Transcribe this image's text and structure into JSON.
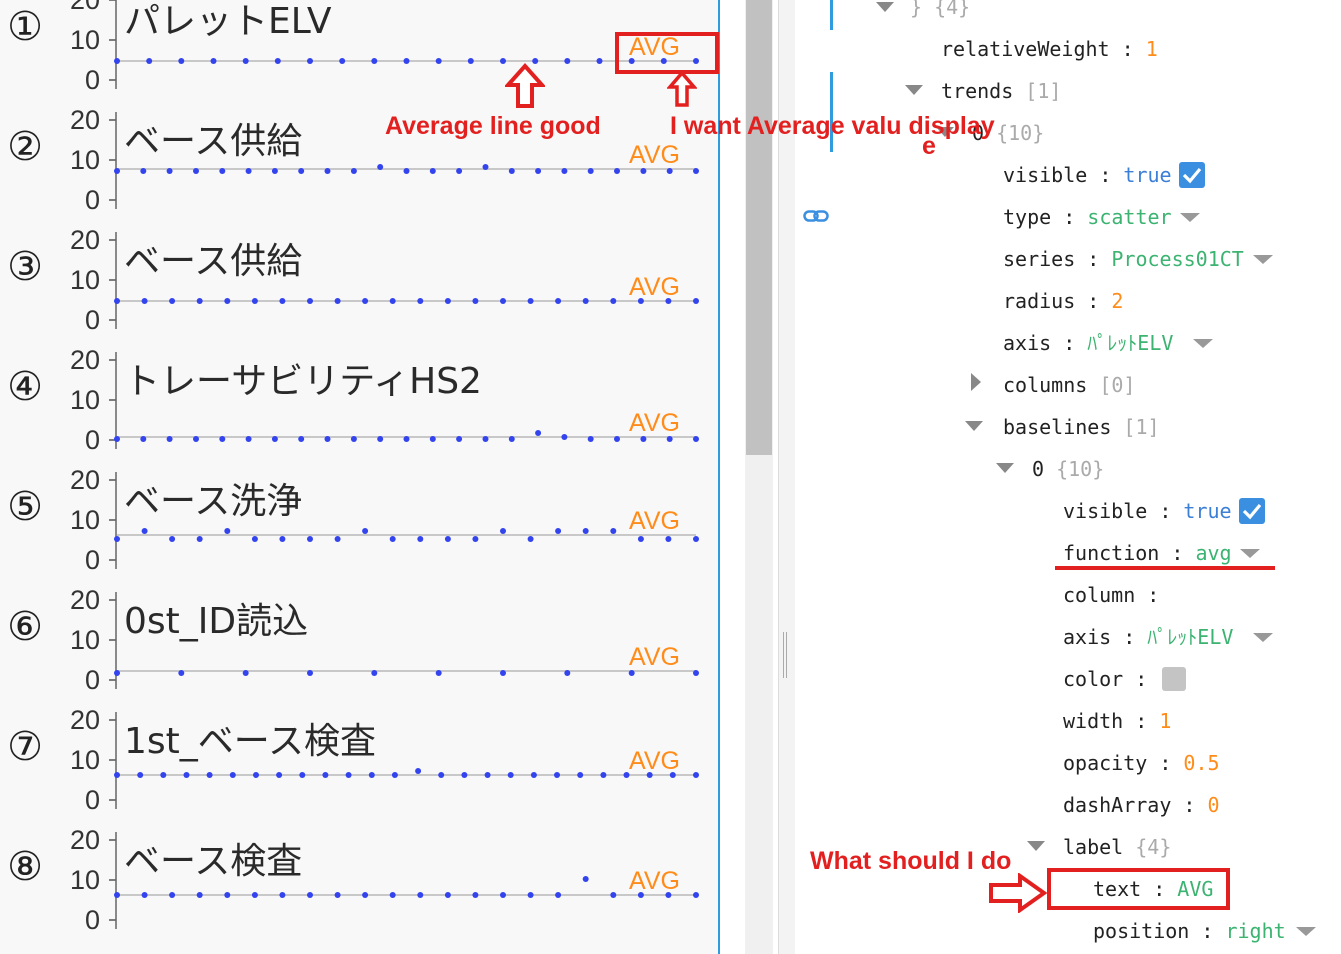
{
  "charts": {
    "rows": [
      {
        "num": "①",
        "title": "パレットELV",
        "ticks": [
          "20",
          "10",
          "0"
        ],
        "avg": "AVG"
      },
      {
        "num": "②",
        "title": "ベース供給",
        "ticks": [
          "20",
          "10",
          "0"
        ],
        "avg": "AVG"
      },
      {
        "num": "③",
        "title": "ベース供給",
        "ticks": [
          "20",
          "10",
          "0"
        ],
        "avg": "AVG"
      },
      {
        "num": "④",
        "title": "トレーサビリティHS2",
        "ticks": [
          "20",
          "10",
          "0"
        ],
        "avg": "AVG"
      },
      {
        "num": "⑤",
        "title": "ベース洗浄",
        "ticks": [
          "20",
          "10",
          "0"
        ],
        "avg": "AVG"
      },
      {
        "num": "⑥",
        "title": "0st_ID読込",
        "ticks": [
          "20",
          "10",
          "0"
        ],
        "avg": "AVG"
      },
      {
        "num": "⑦",
        "title": "1st_ベース検査",
        "ticks": [
          "20",
          "10",
          "0"
        ],
        "avg": "AVG"
      },
      {
        "num": "⑧",
        "title": "ベース検査",
        "ticks": [
          "20",
          "10",
          "0"
        ],
        "avg": "AVG"
      }
    ],
    "colors": {
      "point": "#3344ee",
      "avg_line": "#c8c8c8",
      "avg_label": "#ff8c1a"
    }
  },
  "chart_data": [
    {
      "type": "scatter",
      "title": "パレットELV",
      "ylim": [
        0,
        20
      ],
      "avg": 4.5,
      "y": [
        4.5,
        4.5,
        4.5,
        4.5,
        4.5,
        4.5,
        4.5,
        4.5,
        4.5,
        4.5,
        4.5,
        4.5,
        4.5,
        4.5,
        4.5,
        4.5,
        4.5,
        4.5,
        4.5
      ]
    },
    {
      "type": "scatter",
      "title": "ベース供給",
      "ylim": [
        0,
        20
      ],
      "avg": 7.5,
      "y": [
        7,
        7,
        7,
        7,
        7,
        7,
        7,
        7,
        7,
        7,
        8,
        7,
        7,
        7,
        8,
        7,
        7,
        7,
        7,
        7,
        7,
        7,
        7
      ]
    },
    {
      "type": "scatter",
      "title": "ベース供給",
      "ylim": [
        0,
        20
      ],
      "avg": 4.5,
      "y": [
        4.5,
        4.5,
        4.5,
        4.5,
        4.5,
        4.5,
        4.5,
        4.5,
        4.5,
        4.5,
        4.5,
        4.5,
        4.5,
        4.5,
        4.5,
        4.5,
        4.5,
        4.5,
        4.5,
        4.5,
        4.5,
        4.5
      ]
    },
    {
      "type": "scatter",
      "title": "トレーサビリティHS2",
      "ylim": [
        0,
        20
      ],
      "avg": 0.5,
      "y": [
        0,
        0,
        0,
        0,
        0,
        0,
        0,
        0,
        0,
        0,
        0,
        0,
        0,
        0,
        0,
        0,
        1.5,
        0.5,
        0,
        0,
        0,
        0,
        0
      ]
    },
    {
      "type": "scatter",
      "title": "ベース洗浄",
      "ylim": [
        0,
        20
      ],
      "avg": 6,
      "y": [
        5,
        7,
        5,
        5,
        7,
        5,
        5,
        5,
        5,
        7,
        5,
        5,
        5,
        5,
        7,
        5,
        7,
        7,
        7,
        5,
        5,
        5
      ]
    },
    {
      "type": "scatter",
      "title": "0st_ID読込",
      "ylim": [
        0,
        20
      ],
      "avg": 2,
      "y": [
        1.5,
        1.5,
        1.5,
        1.5,
        1.5,
        1.5,
        1.5,
        1.5,
        1.5,
        1.5
      ]
    },
    {
      "type": "scatter",
      "title": "1st_ベース検査",
      "ylim": [
        0,
        20
      ],
      "avg": 6,
      "y": [
        6,
        6,
        6,
        6,
        6,
        6,
        6,
        6,
        6,
        6,
        6,
        6,
        6,
        7,
        6,
        6,
        6,
        6,
        6,
        6,
        6,
        6,
        6,
        6,
        6,
        6
      ]
    },
    {
      "type": "scatter",
      "title": "ベース検査",
      "ylim": [
        0,
        20
      ],
      "avg": 6,
      "y": [
        6,
        6,
        6,
        6,
        6,
        6,
        6,
        6,
        6,
        6,
        6,
        6,
        6,
        6,
        6,
        6,
        6,
        10,
        6,
        6,
        6,
        6
      ]
    }
  ],
  "tree": {
    "top_bracket": "} {4}",
    "relative_weight": {
      "key": "relativeWeight",
      "value": "1"
    },
    "trends": {
      "key": "trends",
      "count": "[1]"
    },
    "trend0": {
      "key": "0",
      "count": "{10}"
    },
    "visible": {
      "key": "visible",
      "value": "true"
    },
    "type": {
      "key": "type",
      "value": "scatter"
    },
    "series": {
      "key": "series",
      "value": "Process01CT"
    },
    "radius": {
      "key": "radius",
      "value": "2"
    },
    "axis": {
      "key": "axis",
      "value": "ﾊﾟﾚｯﾄELV"
    },
    "columns": {
      "key": "columns",
      "count": "[0]"
    },
    "baselines": {
      "key": "baselines",
      "count": "[1]"
    },
    "baseline0": {
      "key": "0",
      "count": "{10}"
    },
    "bl_visible": {
      "key": "visible",
      "value": "true"
    },
    "bl_function": {
      "key": "function",
      "value": "avg"
    },
    "bl_column": {
      "key": "column",
      "value": ""
    },
    "bl_axis": {
      "key": "axis",
      "value": "ﾊﾟﾚｯﾄELV"
    },
    "bl_color": {
      "key": "color",
      "value": "#c4c4c4"
    },
    "bl_width": {
      "key": "width",
      "value": "1"
    },
    "bl_opacity": {
      "key": "opacity",
      "value": "0.5"
    },
    "bl_dasharray": {
      "key": "dashArray",
      "value": "0"
    },
    "label": {
      "key": "label",
      "count": "{4}"
    },
    "label_text": {
      "key": "text",
      "value": "AVG"
    },
    "label_position": {
      "key": "position",
      "value": "right"
    },
    "separator": " : "
  },
  "annotations": {
    "average_line_good": "Average line good",
    "want_avg_value": "I want Average valu display",
    "want_avg_value_e": "e",
    "what_should_i_do": "What should I do"
  }
}
